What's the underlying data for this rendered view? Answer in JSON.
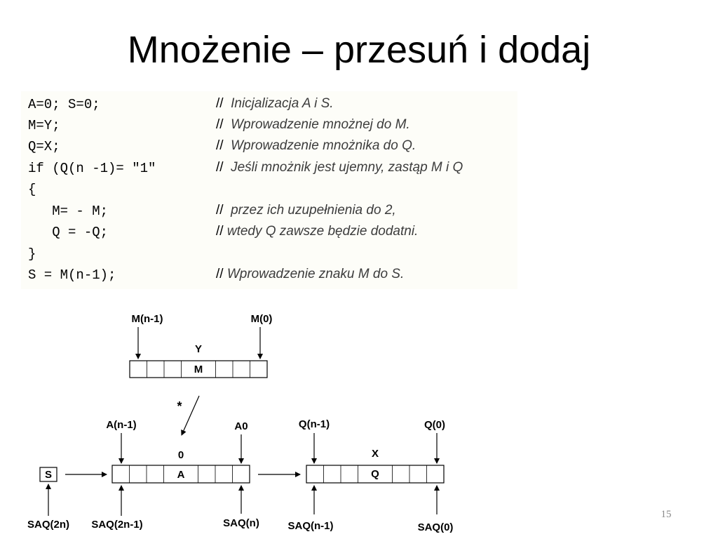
{
  "slide": {
    "title": "Mnożenie – przesuń i dodaj",
    "page_number": "15"
  },
  "code": {
    "lines": [
      {
        "code": "A=0; S=0;",
        "slashes": "//",
        "comment": "  Inicjalizacja A i S."
      },
      {
        "code": "M=Y;",
        "slashes": "//",
        "comment": "  Wprowadzenie mnożnej do M."
      },
      {
        "code": "Q=X;",
        "slashes": "//",
        "comment": "  Wprowadzenie mnożnika do Q."
      },
      {
        "code": "if (Q(n -1)= \"1\"",
        "slashes": "//",
        "comment": "  Jeśli mnożnik jest ujemny, zastąp M i Q"
      },
      {
        "code": "{",
        "slashes": "",
        "comment": ""
      },
      {
        "code": "   M= - M;",
        "slashes": "//",
        "comment": "  przez ich uzupełnienia do 2,"
      },
      {
        "code": "   Q = -Q;",
        "slashes": "//",
        "comment": " wtedy Q zawsze będzie dodatni."
      },
      {
        "code": "}",
        "slashes": "",
        "comment": ""
      },
      {
        "code": "S = M(n-1);",
        "slashes": "//",
        "comment": " Wprowadzenie znaku M do S."
      }
    ]
  },
  "diagram": {
    "m_register": {
      "left_label": "M(n-1)",
      "right_label": "M(0)",
      "top_label": "Y",
      "name": "M"
    },
    "multiply_symbol": "*",
    "s_register": {
      "name": "S",
      "bottom_label": "SAQ(2n)"
    },
    "a_register": {
      "left_label": "A(n-1)",
      "right_label": "A0",
      "top_label": "0",
      "name": "A",
      "bottom_left_label": "SAQ(2n-1)",
      "bottom_right_label": "SAQ(n)"
    },
    "q_register": {
      "left_label": "Q(n-1)",
      "right_label": "Q(0)",
      "top_label": "X",
      "name": "Q",
      "bottom_left_label": "SAQ(n-1)",
      "bottom_right_label": "SAQ(0)"
    }
  }
}
